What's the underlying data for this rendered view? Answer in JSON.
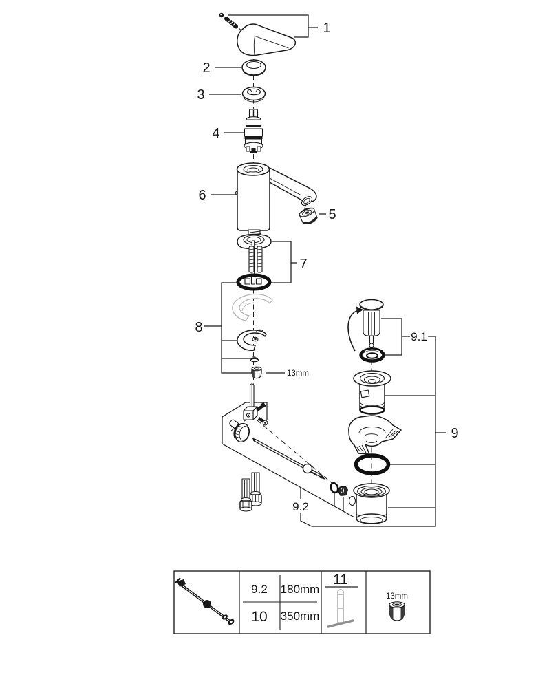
{
  "diagram": {
    "labels": {
      "p1": "1",
      "p2": "2",
      "p3": "3",
      "p4": "4",
      "p5": "5",
      "p6": "6",
      "p7": "7",
      "p8": "8",
      "p9": "9",
      "p9_1": "9.1",
      "p9_2": "9.2",
      "wrench_size": "13mm"
    }
  },
  "table": {
    "rows": [
      {
        "id": "9.2",
        "length": "180mm"
      },
      {
        "id": "10",
        "length": "350mm"
      }
    ],
    "tool_label": "11",
    "nut_size": "13mm"
  }
}
